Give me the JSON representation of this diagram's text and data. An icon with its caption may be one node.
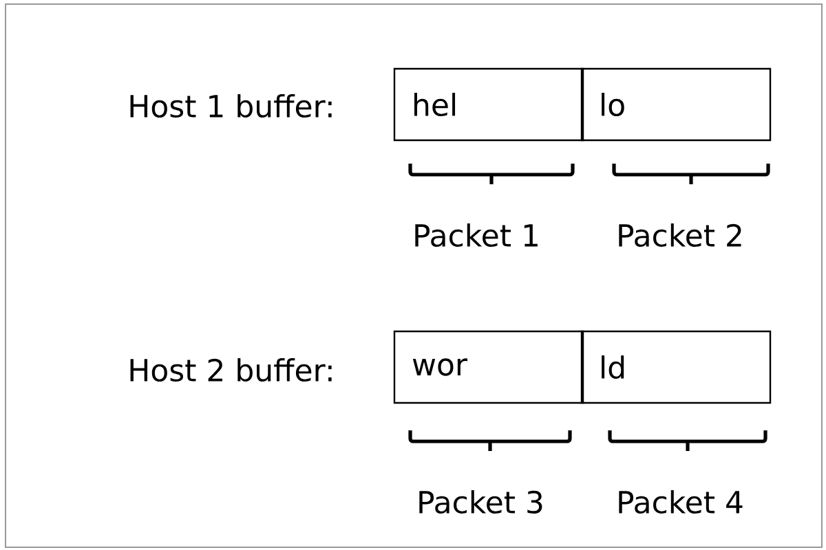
{
  "diagram": {
    "nodes": [
      {
        "text": [
          "hel"
        ]
      },
      {
        "text": [
          "lo"
        ]
      },
      {
        "text": [
          "wor"
        ]
      },
      {
        "text": [
          "ld"
        ]
      }
    ],
    "labels": [
      "Host 1 buffer:",
      "Packet 1",
      "Packet 2",
      "Host 2 buffer:",
      "Packet 3",
      "Packet 4"
    ]
  }
}
